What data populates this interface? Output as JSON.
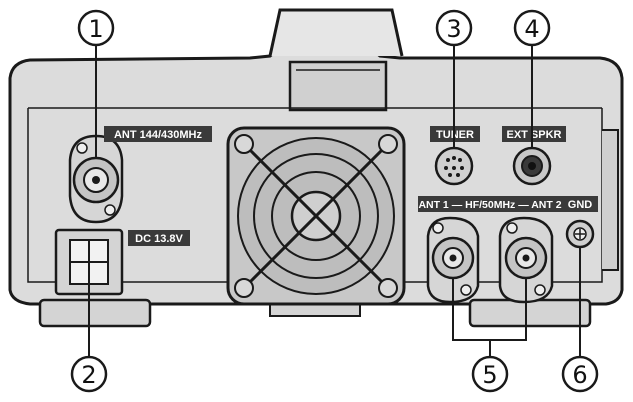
{
  "labels": {
    "ant_144_430": "ANT 144/430MHz",
    "dc": "DC 13.8V",
    "tuner": "TUNER",
    "ext_spkr": "EXT SPKR",
    "ant_hf": "ANT 1 — HF/50MHz — ANT 2",
    "gnd": "GND"
  },
  "callouts": [
    "1",
    "2",
    "3",
    "4",
    "5",
    "6"
  ],
  "colors": {
    "chassis": "#dcdcdc",
    "outline": "#1a1a1a",
    "label_bg": "#3a3a3a",
    "fan": "#c8c8c8"
  }
}
